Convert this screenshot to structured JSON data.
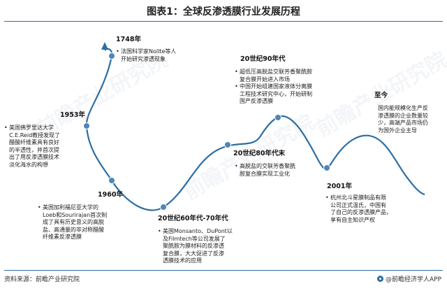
{
  "title": "图表1：全球反渗透膜行业发展历程",
  "watermark": "前瞻产业研究院",
  "events": [
    {
      "id": "1748",
      "label": "1748年",
      "lines": [
        "法国科学家Nollte等人",
        "开始研究渗透现象"
      ]
    },
    {
      "id": "1953",
      "label": "1953年",
      "lines": [
        "美国佛罗里达大学",
        "C.E.Reid教授发现了",
        "醋酸纤维素具有良好",
        "的半透性，并首次提",
        "出了用反渗透膜技术",
        "淡化海水的构想"
      ]
    },
    {
      "id": "1960",
      "label": "1960年",
      "lines": [
        "美国加利福尼亚大学的",
        "Loeb和Sourirajan首次制",
        "成了具有历史意义的高脱",
        "盐、高通量的非对称醋酸",
        "纤维素反渗透膜"
      ]
    },
    {
      "id": "6070s",
      "label": "20世纪60年代-70年代",
      "lines": [
        "美国Monsanto、DuPont以",
        "及Filmtech等公司发展了",
        "聚酰胺为膜材料的反渗透",
        "复合膜，大大促进了反渗",
        "透膜技术的应用"
      ]
    },
    {
      "id": "80s",
      "label": "20世纪80年代末",
      "lines": [
        "高脱盐的交联芳香聚酰",
        "胺复合膜实现工业化"
      ]
    },
    {
      "id": "90s",
      "label": "20世纪90年代",
      "lines": [
        "超低压高脱盐交联芳香聚酰胺",
        "复合膜开始进入市场",
        "中国开始组建国家液体分离膜",
        "工程技术研究中心，开始研制",
        "国产反渗透膜"
      ]
    },
    {
      "id": "2001",
      "label": "2001年",
      "lines": [
        "杭州北斗星膜制品有限",
        "公司正式温氏，中国有",
        "了自己的反渗透膜产品，",
        "享有自主知识产权"
      ]
    },
    {
      "id": "now",
      "label": "至今",
      "lines": [
        "国内能规模化生产反",
        "渗透膜的企业数量较",
        "少，高端产品市场仍",
        "为国外企业主导"
      ]
    }
  ],
  "footer": {
    "source": "资料来源：前瞻产业研究院",
    "brand": "@前瞻经济学人APP"
  },
  "colors": {
    "line": "#2d6ea3",
    "node": "#4f86b8",
    "rule": "#2d6ea3"
  },
  "icons": {
    "node": "circle-node-icon",
    "arrow": "arrow-up-icon",
    "logo": "qianzhan-logo-icon"
  }
}
